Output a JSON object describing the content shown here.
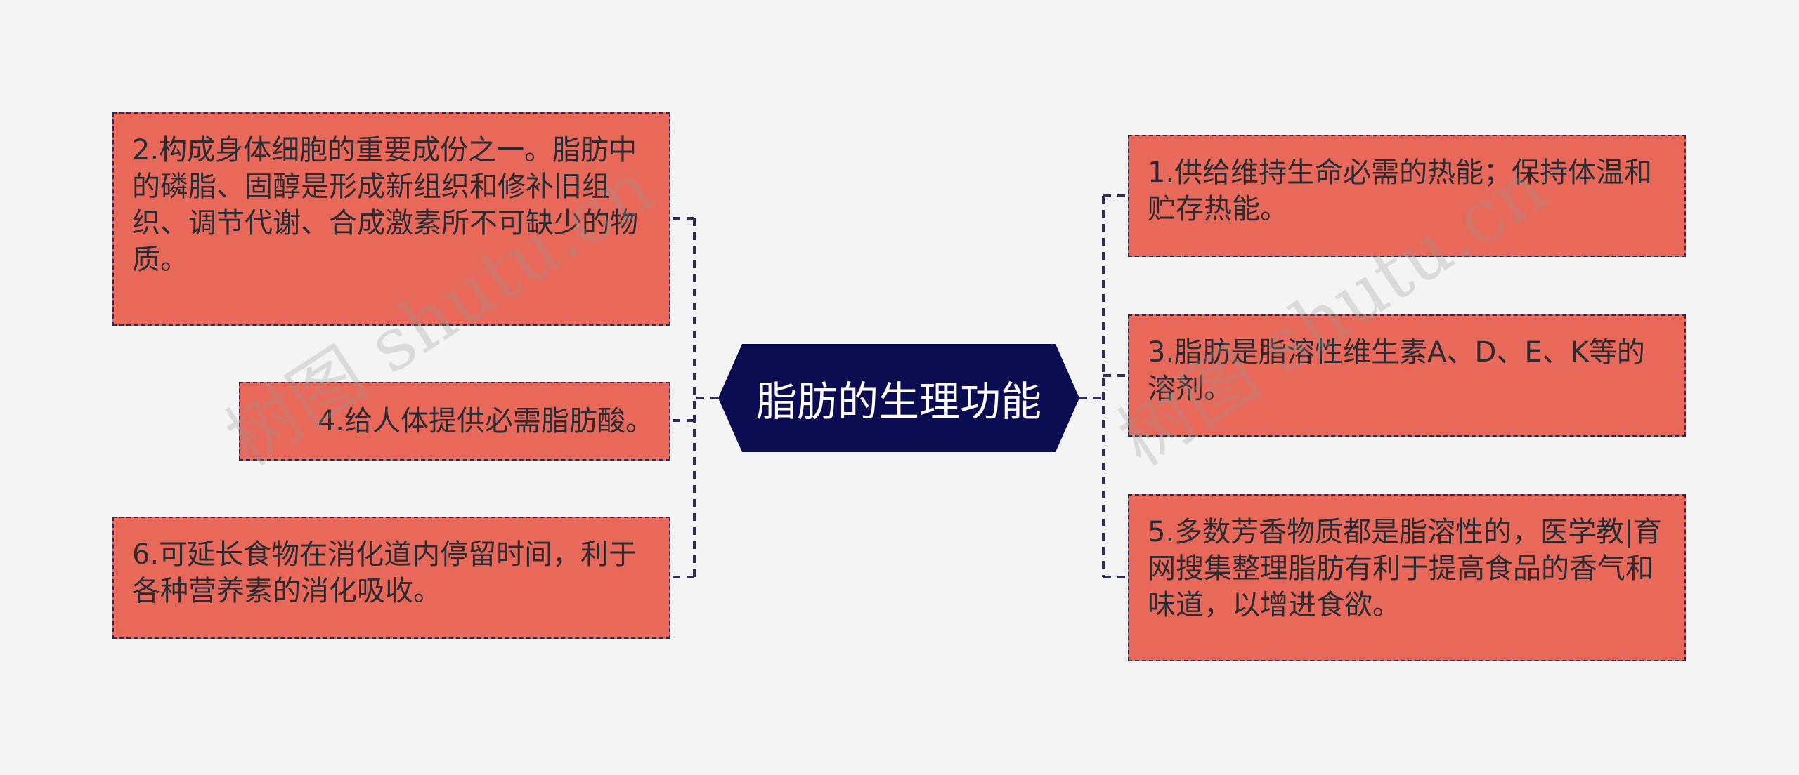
{
  "colors": {
    "background": "#f4f4f5",
    "branch_fill": "#e8695a",
    "branch_border": "#2a2d5a",
    "center_fill": "#0b0c52",
    "center_text": "#ffffff",
    "connector": "#2a2d5a"
  },
  "center": {
    "label": "脂肪的生理功能"
  },
  "left_branches": [
    {
      "text": "2.构成身体细胞的重要成份之一。脂肪中的磷脂、固醇是形成新组织和修补旧组织、调节代谢、合成激素所不可缺少的物质。"
    },
    {
      "text": "4.给人体提供必需脂肪酸。"
    },
    {
      "text": "6.可延长食物在消化道内停留时间，利于各种营养素的消化吸收。"
    }
  ],
  "right_branches": [
    {
      "text": "1.供给维持生命必需的热能；保持体温和贮存热能。"
    },
    {
      "text": "3.脂肪是脂溶性维生素A、D、E、K等的溶剂。"
    },
    {
      "text": "5.多数芳香物质都是脂溶性的，医学教|育网搜集整理脂肪有利于提高食品的香气和味道，以增进食欲。"
    }
  ],
  "watermark": {
    "text": "树图 shutu.cn"
  }
}
